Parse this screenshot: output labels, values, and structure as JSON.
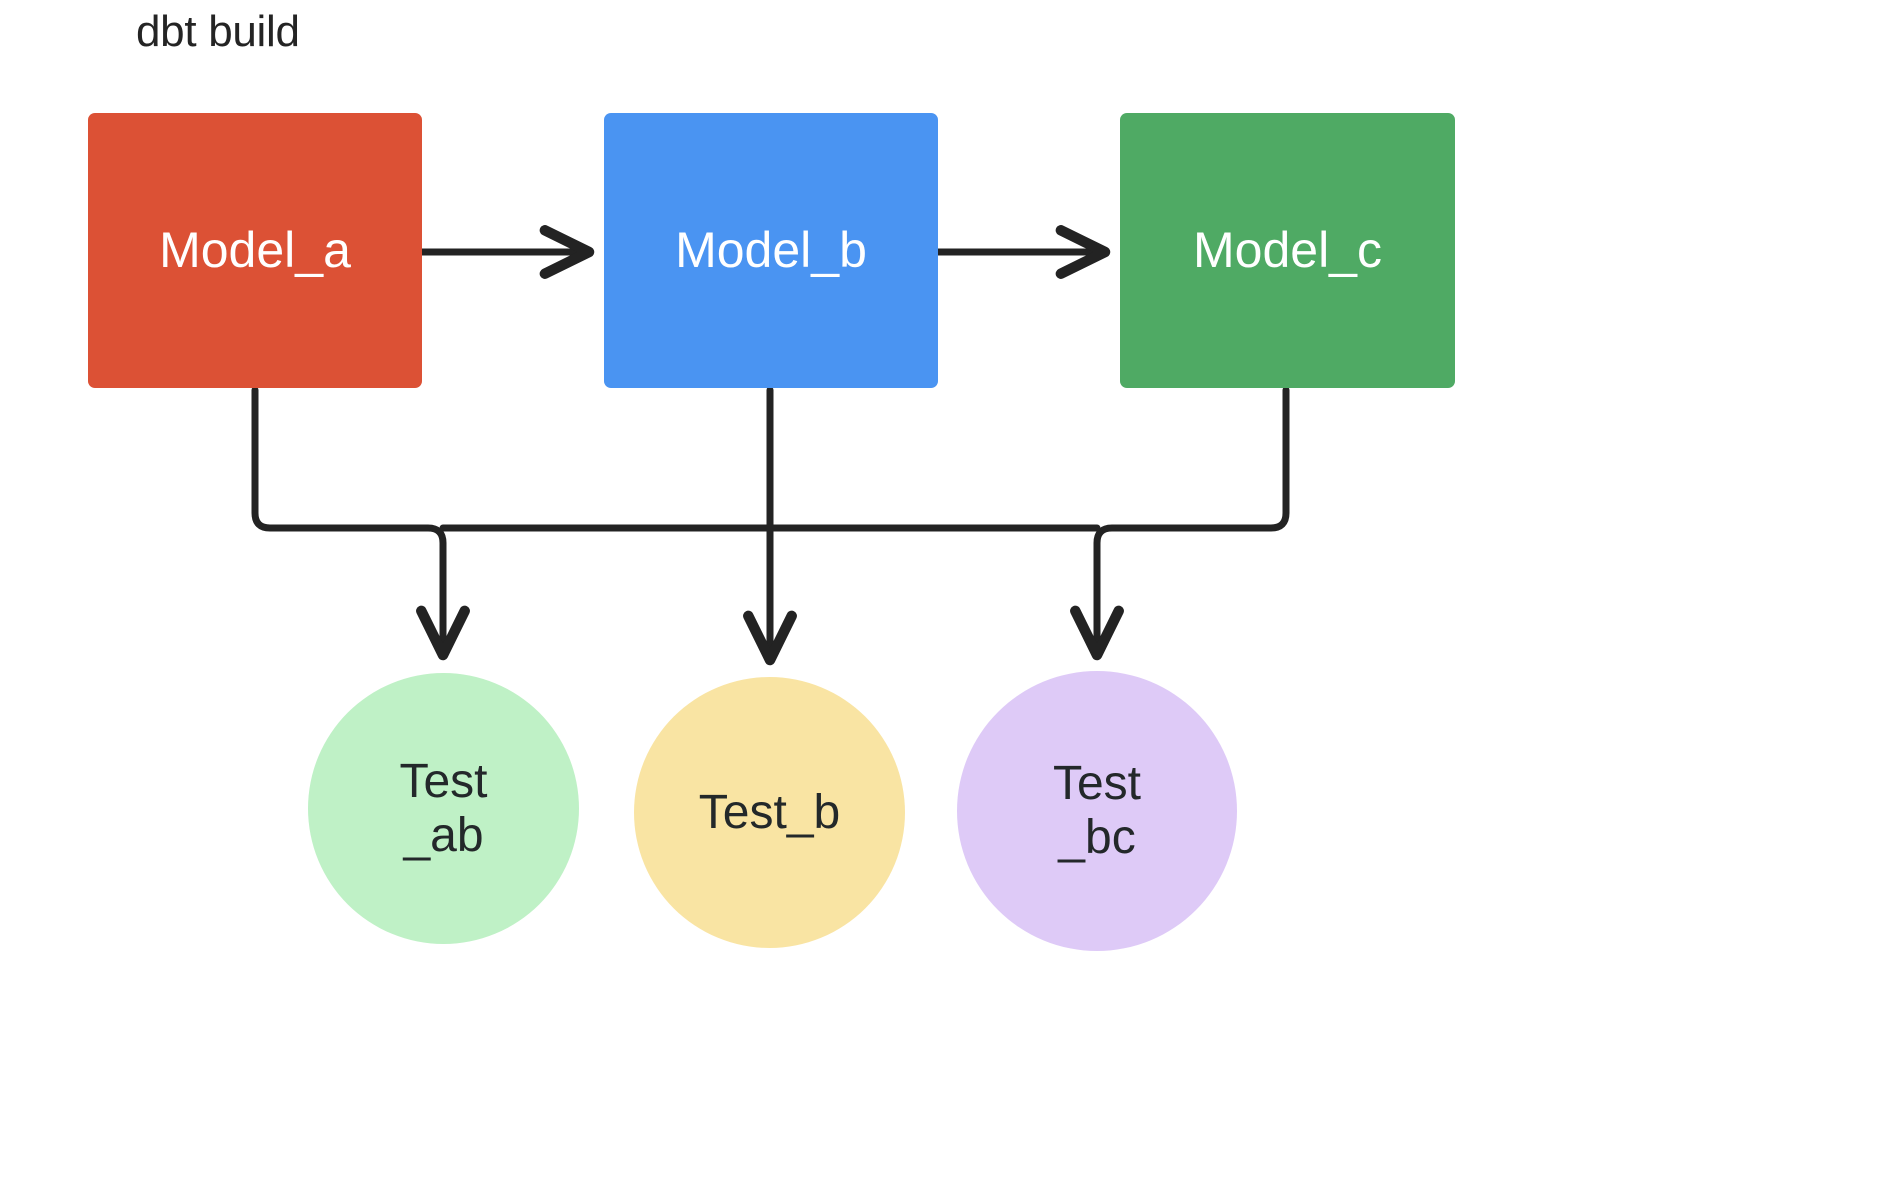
{
  "diagram": {
    "title": "dbt build",
    "type": "flowchart",
    "background_color": "#ffffff",
    "edge_color": "#232323",
    "nodes": {
      "models": [
        {
          "id": "model_a",
          "label": "Model_a",
          "shape": "rounded-rectangle",
          "fill": "#dc5135",
          "text_color": "#ffffff"
        },
        {
          "id": "model_b",
          "label": "Model_b",
          "shape": "rounded-rectangle",
          "fill": "#4a94f2",
          "text_color": "#ffffff"
        },
        {
          "id": "model_c",
          "label": "Model_c",
          "shape": "rounded-rectangle",
          "fill": "#4faa64",
          "text_color": "#ffffff"
        }
      ],
      "tests": [
        {
          "id": "test_ab",
          "label": "Test\n_ab",
          "shape": "circle",
          "fill": "#bff1c6",
          "text_color": "#23282a"
        },
        {
          "id": "test_b",
          "label": "Test_b",
          "shape": "circle",
          "fill": "#f9e4a3",
          "text_color": "#23282a"
        },
        {
          "id": "test_bc",
          "label": "Test\n_bc",
          "shape": "circle",
          "fill": "#decaf7",
          "text_color": "#23282a"
        }
      ]
    },
    "edges": [
      {
        "from": "model_a",
        "to": "model_b",
        "style": "straight-arrow",
        "direction": "right"
      },
      {
        "from": "model_b",
        "to": "model_c",
        "style": "straight-arrow",
        "direction": "right"
      },
      {
        "from": "model_a",
        "to": "test_ab",
        "style": "elbow-arrow",
        "direction": "down-right"
      },
      {
        "from": "model_b",
        "to": "test_b",
        "style": "straight-arrow",
        "direction": "down"
      },
      {
        "from": "model_c",
        "to": "test_bc",
        "style": "elbow-arrow",
        "direction": "down-left"
      }
    ]
  }
}
